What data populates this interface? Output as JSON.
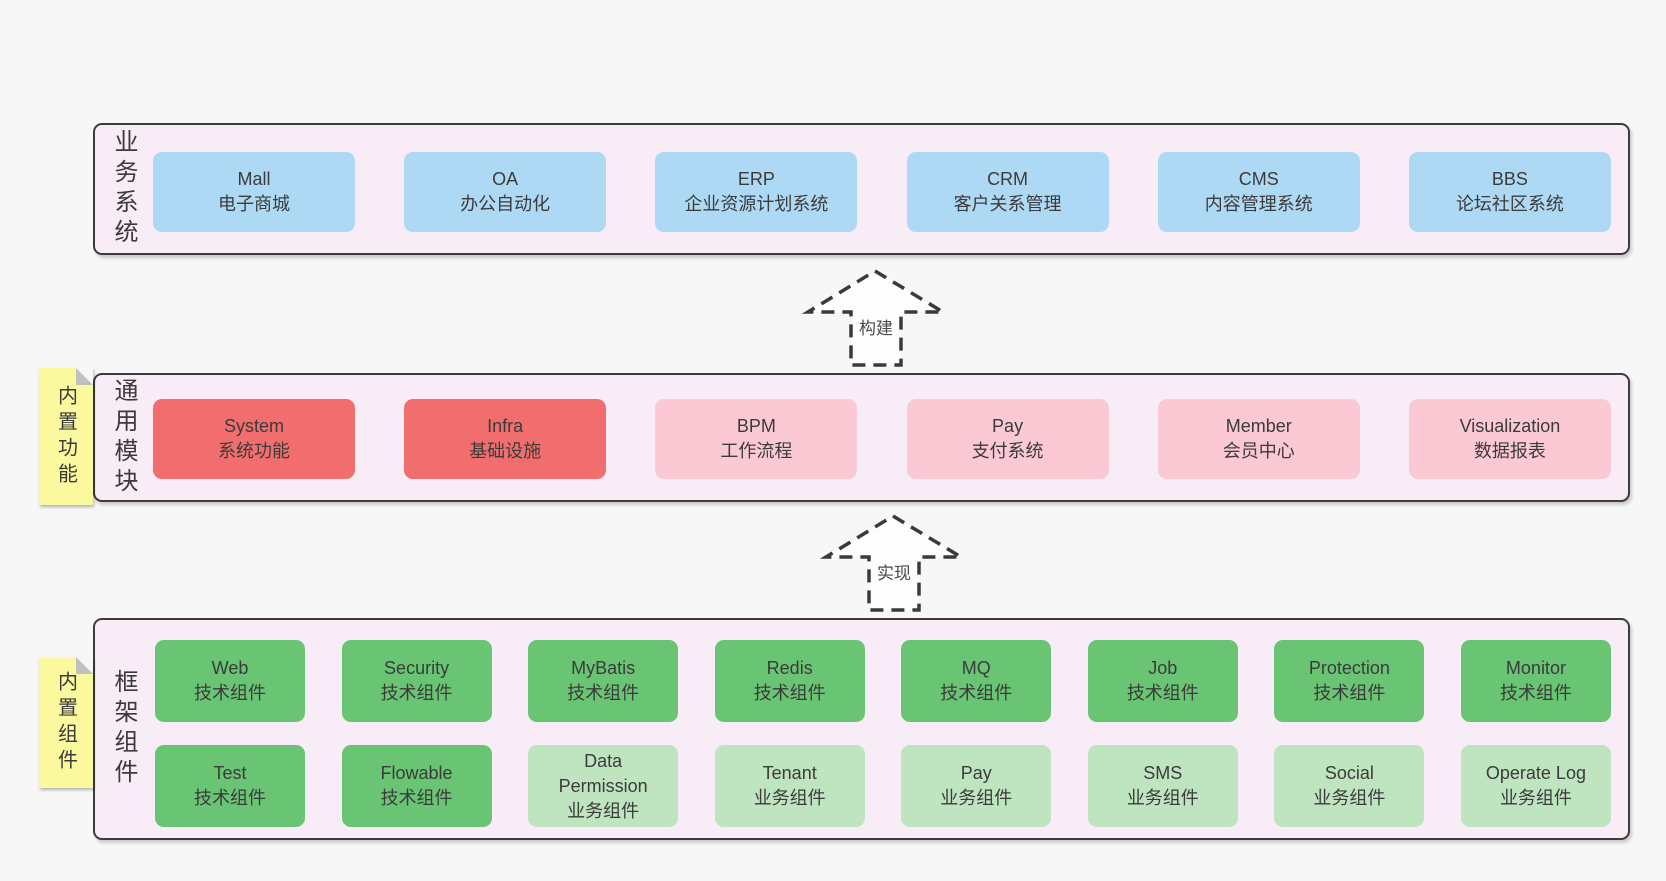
{
  "colors": {
    "background": "#f7f7f7",
    "container_fill": "#f8edf6",
    "container_border": "#3c3c3c",
    "business_box_blue": "#aed9f4",
    "module_box_red": "#f26e6e",
    "module_box_pink": "#fac9d3",
    "component_box_green_dark": "#69c473",
    "component_box_green_light": "#bee4c0",
    "sticky_yellow": "#fbf99e",
    "text": "#3b3b3b"
  },
  "layers": [
    {
      "label": "业务系统",
      "boxes": [
        {
          "title": "Mall",
          "subtitle": "电子商城"
        },
        {
          "title": "OA",
          "subtitle": "办公自动化"
        },
        {
          "title": "ERP",
          "subtitle": "企业资源计划系统"
        },
        {
          "title": "CRM",
          "subtitle": "客户关系管理"
        },
        {
          "title": "CMS",
          "subtitle": "内容管理系统"
        },
        {
          "title": "BBS",
          "subtitle": "论坛社区系统"
        }
      ]
    },
    {
      "label": "通用模块",
      "sticky": "内置功能",
      "boxes": [
        {
          "title": "System",
          "subtitle": "系统功能"
        },
        {
          "title": "Infra",
          "subtitle": "基础设施"
        },
        {
          "title": "BPM",
          "subtitle": "工作流程"
        },
        {
          "title": "Pay",
          "subtitle": "支付系统"
        },
        {
          "title": "Member",
          "subtitle": "会员中心"
        },
        {
          "title": "Visualization",
          "subtitle": "数据报表"
        }
      ]
    },
    {
      "label": "框架组件",
      "sticky": "内置组件",
      "rows": [
        [
          {
            "title": "Web",
            "subtitle": "技术组件"
          },
          {
            "title": "Security",
            "subtitle": "技术组件"
          },
          {
            "title": "MyBatis",
            "subtitle": "技术组件"
          },
          {
            "title": "Redis",
            "subtitle": "技术组件"
          },
          {
            "title": "MQ",
            "subtitle": "技术组件"
          },
          {
            "title": "Job",
            "subtitle": "技术组件"
          },
          {
            "title": "Protection",
            "subtitle": "技术组件"
          },
          {
            "title": "Monitor",
            "subtitle": "技术组件"
          }
        ],
        [
          {
            "title": "Test",
            "subtitle": "技术组件"
          },
          {
            "title": "Flowable",
            "subtitle": "技术组件"
          },
          {
            "title": "Data Permission",
            "subtitle": "业务组件"
          },
          {
            "title": "Tenant",
            "subtitle": "业务组件"
          },
          {
            "title": "Pay",
            "subtitle": "业务组件"
          },
          {
            "title": "SMS",
            "subtitle": "业务组件"
          },
          {
            "title": "Social",
            "subtitle": "业务组件"
          },
          {
            "title": "Operate Log",
            "subtitle": "业务组件"
          }
        ]
      ]
    }
  ],
  "arrows": [
    {
      "label": "构建"
    },
    {
      "label": "实现"
    }
  ]
}
